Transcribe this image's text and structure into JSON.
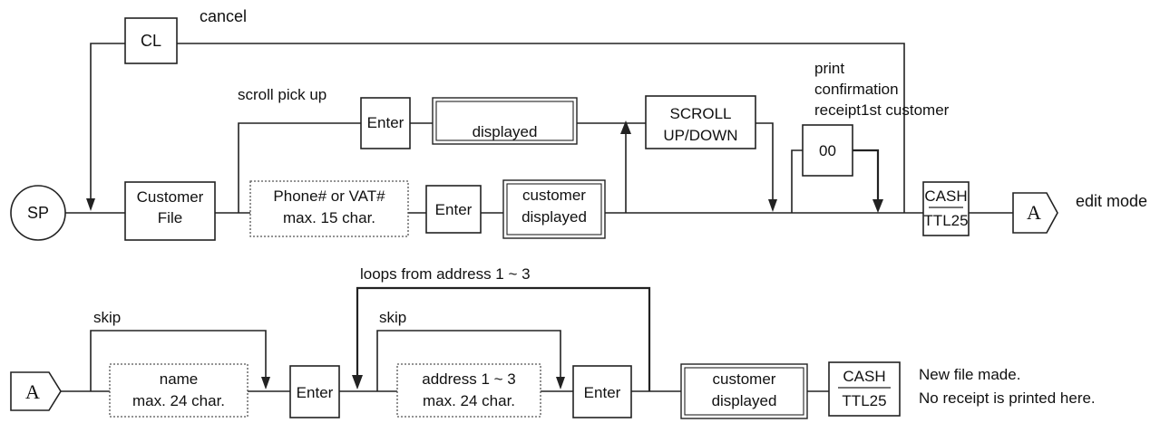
{
  "top_flow": {
    "start_node": "SP",
    "cancel_key": "CL",
    "cancel_label": "cancel",
    "customer_file_line1": "Customer",
    "customer_file_line2": "File",
    "phone_line1": "Phone# or VAT#",
    "phone_line2": "max. 15 char.",
    "enter_main": "Enter",
    "customer_displayed_line1": "customer",
    "customer_displayed_line2": "displayed",
    "scroll_pickup_label": "scroll pick up",
    "enter_scroll": "Enter",
    "displayed": "displayed",
    "scroll_line1": "SCROLL",
    "scroll_line2": "UP/DOWN",
    "print_conf_line1": "print",
    "print_conf_line2": "confirmation",
    "print_conf_line3": "receipt1st customer",
    "key_00": "00",
    "cash_top": "CASH",
    "ttl_top": "TTL25",
    "connector_a": "A",
    "edit_mode": "edit mode"
  },
  "bottom_flow": {
    "connector_a": "A",
    "skip_name_label": "skip",
    "name_line1": "name",
    "name_line2": "max. 24 char.",
    "enter_name": "Enter",
    "loops_label": "loops from address 1 ~ 3",
    "skip_address_label": "skip",
    "address_line1": "address 1 ~ 3",
    "address_line2": "max. 24 char.",
    "enter_address": "Enter",
    "customer_displayed_line1": "customer",
    "customer_displayed_line2": "displayed",
    "cash_bottom": "CASH",
    "ttl_bottom": "TTL25",
    "note_line1": "New file made.",
    "note_line2": "No receipt is printed here."
  }
}
